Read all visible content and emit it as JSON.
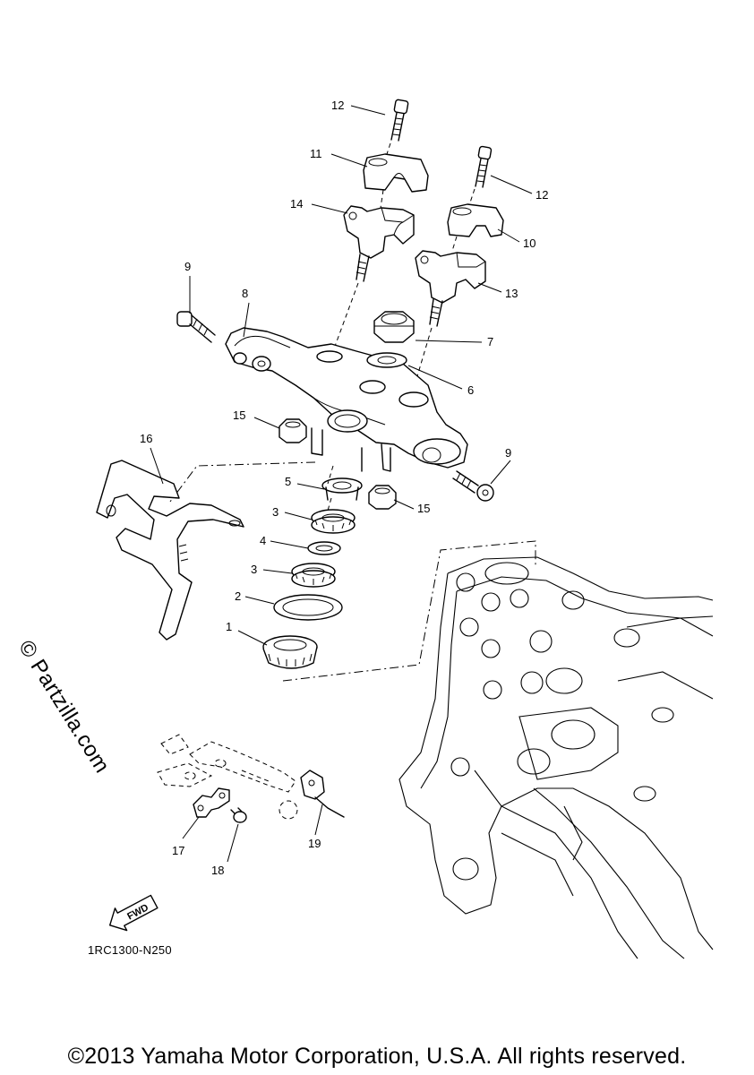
{
  "diagram": {
    "callouts": [
      {
        "id": "12a",
        "label": "12"
      },
      {
        "id": "11",
        "label": "11"
      },
      {
        "id": "14",
        "label": "14"
      },
      {
        "id": "12b",
        "label": "12"
      },
      {
        "id": "10",
        "label": "10"
      },
      {
        "id": "13",
        "label": "13"
      },
      {
        "id": "9a",
        "label": "9"
      },
      {
        "id": "8",
        "label": "8"
      },
      {
        "id": "7",
        "label": "7"
      },
      {
        "id": "6",
        "label": "6"
      },
      {
        "id": "15a",
        "label": "15"
      },
      {
        "id": "16",
        "label": "16"
      },
      {
        "id": "9b",
        "label": "9"
      },
      {
        "id": "5",
        "label": "5"
      },
      {
        "id": "15b",
        "label": "15"
      },
      {
        "id": "3a",
        "label": "3"
      },
      {
        "id": "4",
        "label": "4"
      },
      {
        "id": "3b",
        "label": "3"
      },
      {
        "id": "2",
        "label": "2"
      },
      {
        "id": "1",
        "label": "1"
      },
      {
        "id": "17",
        "label": "17"
      },
      {
        "id": "18",
        "label": "18"
      },
      {
        "id": "19",
        "label": "19"
      }
    ],
    "fwd_label": "FWD",
    "reference_code": "1RC1300-N250"
  },
  "watermark": "© Partzilla.com",
  "copyright": "©2013 Yamaha Motor Corporation, U.S.A. All rights reserved."
}
